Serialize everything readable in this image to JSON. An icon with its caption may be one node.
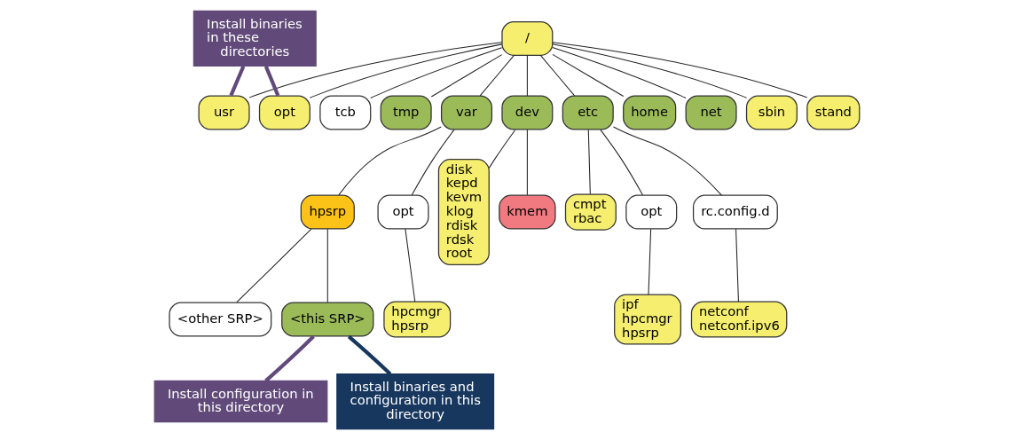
{
  "diagram": {
    "nodes": [
      {
        "text": [
          "/"
        ]
      },
      {
        "text": [
          "dev"
        ]
      },
      {
        "text": [
          "etc"
        ]
      },
      {
        "text": [
          "home"
        ]
      },
      {
        "text": [
          "net"
        ]
      },
      {
        "text": [
          "opt"
        ]
      },
      {
        "text": [
          "sbin"
        ]
      },
      {
        "text": [
          "stand"
        ]
      },
      {
        "text": [
          "tcb"
        ]
      },
      {
        "text": [
          "tmp"
        ]
      },
      {
        "text": [
          "var"
        ]
      },
      {
        "text": [
          "usr"
        ]
      },
      {
        "text": [
          "kmem"
        ]
      },
      {
        "text": [
          "disk kepd kevm klog rdisk rdsk root"
        ]
      },
      {
        "text": [
          "cmpt rbac"
        ]
      },
      {
        "text": [
          "opt"
        ]
      },
      {
        "text": [
          "rc.config.d"
        ]
      },
      {
        "text": [
          "ipf hpcmgr hpsrp"
        ]
      },
      {
        "text": [
          "netconf netconf.ipv6"
        ]
      },
      {
        "text": [
          "hpsrp"
        ]
      },
      {
        "text": [
          "opt"
        ]
      },
      {
        "text": [
          "<other SRP>"
        ]
      },
      {
        "text": [
          "<this SRP>"
        ]
      },
      {
        "text": [
          "hpcmgr hpsrp"
        ]
      },
      {
        "text": [
          "Install binaries in these directories"
        ]
      },
      {
        "text": [
          "Install configuration in this directory"
        ]
      },
      {
        "text": [
          "Install binaries and configuration in this directory"
        ]
      }
    ],
    "edges": [
      {
        "from": 0,
        "to": 1,
        "arrow": "none"
      },
      {
        "from": 0,
        "to": 2,
        "arrow": "none"
      },
      {
        "from": 0,
        "to": 3,
        "arrow": "none"
      },
      {
        "from": 0,
        "to": 4,
        "arrow": "none"
      },
      {
        "from": 0,
        "to": 5,
        "arrow": "none"
      },
      {
        "from": 0,
        "to": 6,
        "arrow": "none"
      },
      {
        "from": 0,
        "to": 7,
        "arrow": "none"
      },
      {
        "from": 0,
        "to": 8,
        "arrow": "none"
      },
      {
        "from": 0,
        "to": 9,
        "arrow": "none"
      },
      {
        "from": 0,
        "to": 10,
        "arrow": "none"
      },
      {
        "from": 0,
        "to": 11,
        "arrow": "none"
      },
      {
        "from": 1,
        "to": 12,
        "arrow": "none"
      },
      {
        "from": 1,
        "to": 13,
        "arrow": "none"
      },
      {
        "from": 2,
        "to": 14,
        "arrow": "none"
      },
      {
        "from": 2,
        "to": 15,
        "arrow": "none"
      },
      {
        "from": 2,
        "to": 16,
        "arrow": "none"
      },
      {
        "from": 15,
        "to": 17,
        "arrow": "none"
      },
      {
        "from": 16,
        "to": 18,
        "arrow": "none"
      },
      {
        "from": 10,
        "to": 19,
        "arrow": "none"
      },
      {
        "from": 10,
        "to": 20,
        "arrow": "none"
      },
      {
        "from": 19,
        "to": 21,
        "arrow": "none"
      },
      {
        "from": 19,
        "to": 22,
        "arrow": "none"
      },
      {
        "from": 20,
        "to": 23,
        "arrow": "none"
      },
      {
        "from": 24,
        "to": 5,
        "arrow": "none",
        "style": "thick",
        "color": "#614a7a"
      },
      {
        "from": 24,
        "to": 11,
        "arrow": "none",
        "style": "thick",
        "color": "#614a7a"
      },
      {
        "from": 25,
        "to": 22,
        "arrow": "none",
        "style": "thick",
        "color": "#614a7a"
      },
      {
        "from": 26,
        "to": 22,
        "arrow": "none",
        "style": "thick",
        "color": "#17375e"
      }
    ]
  }
}
